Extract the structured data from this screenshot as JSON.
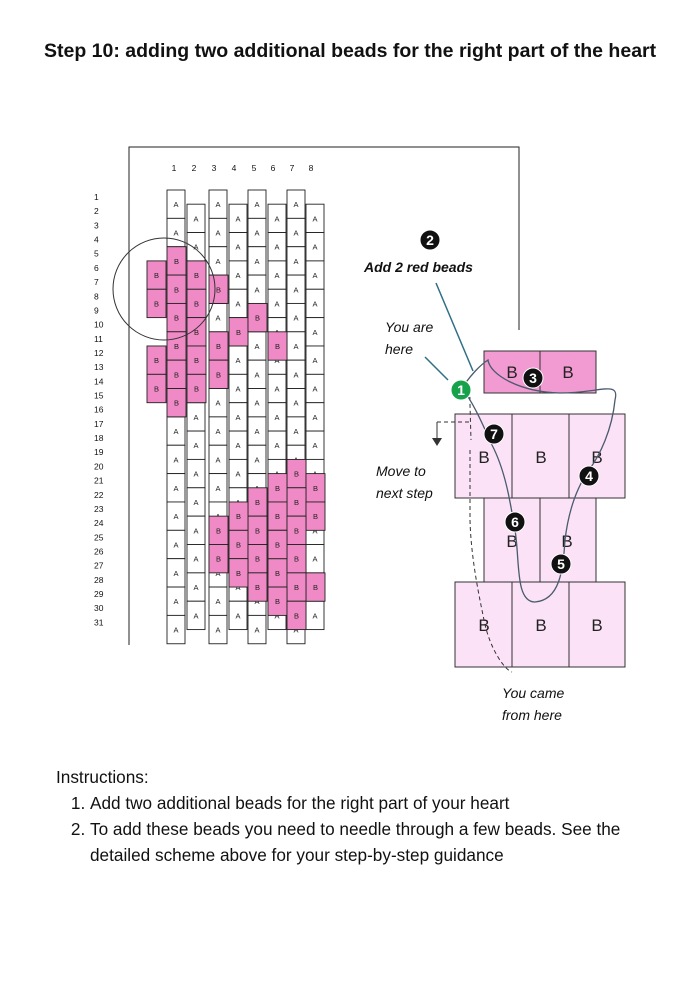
{
  "title": "Step 10: adding two additional beads for the right part of the heart",
  "pattern": {
    "columns": [
      "1",
      "2",
      "3",
      "4",
      "5",
      "6",
      "7",
      "8"
    ],
    "rows": [
      "1",
      "2",
      "3",
      "4",
      "5",
      "6",
      "7",
      "8",
      "9",
      "10",
      "11",
      "12",
      "13",
      "14",
      "15",
      "16",
      "17",
      "18",
      "19",
      "20",
      "21",
      "22",
      "23",
      "24",
      "25",
      "26",
      "27",
      "28",
      "29",
      "30",
      "31"
    ],
    "bead_a_label": "A",
    "bead_b_label": "B",
    "colors": {
      "bead_a": "#ffffff",
      "bead_b": "#f08ac6",
      "outline": "#222222"
    }
  },
  "detail": {
    "callout_number": "2",
    "callout_text": "Add 2 red beads",
    "you_are_here": "You are here",
    "move_to_next_step": "Move to next step",
    "you_came_from_here": "You came from here",
    "bead_label": "B",
    "markers": [
      "1",
      "3",
      "4",
      "5",
      "6",
      "7"
    ],
    "colors": {
      "red_bead": "#f29bd2",
      "light_bead": "#fbe2f6",
      "marker_dark": "#111111",
      "marker_start": "#15a24a",
      "thread": "#4a5b6e",
      "pointer": "#2f6f86"
    }
  },
  "instructions": {
    "heading": "Instructions:",
    "items": [
      "Add two additional beads for the right part of your heart",
      "To add these beads you need to needle through a few beads. See the detailed scheme above for your step-by-step guidance"
    ]
  }
}
